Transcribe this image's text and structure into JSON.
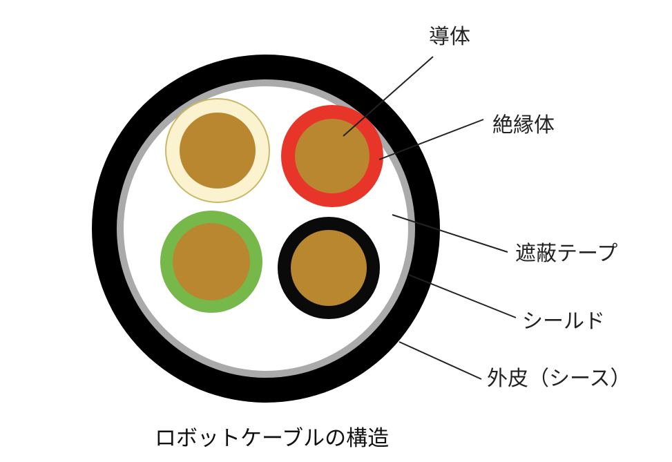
{
  "labels": {
    "conductor": "導体",
    "insulation": "絶縁体",
    "shielding_tape": "遮蔽テープ",
    "shield": "シールド",
    "sheath": "外皮（シース）"
  },
  "caption": "ロボットケーブルの構造",
  "colors": {
    "outer_sheath": "#000000",
    "shield_layer": "#aaaaaa",
    "shielding_tape_fill": "#ffffff",
    "conductor": "#b9872f",
    "core_1_insulation": "#fbf2cf",
    "core_1_insulation_outline": "#c9b86a",
    "core_2_insulation": "#e8352a",
    "core_3_insulation": "#77b84a",
    "core_4_insulation": "#0a0a0a"
  }
}
